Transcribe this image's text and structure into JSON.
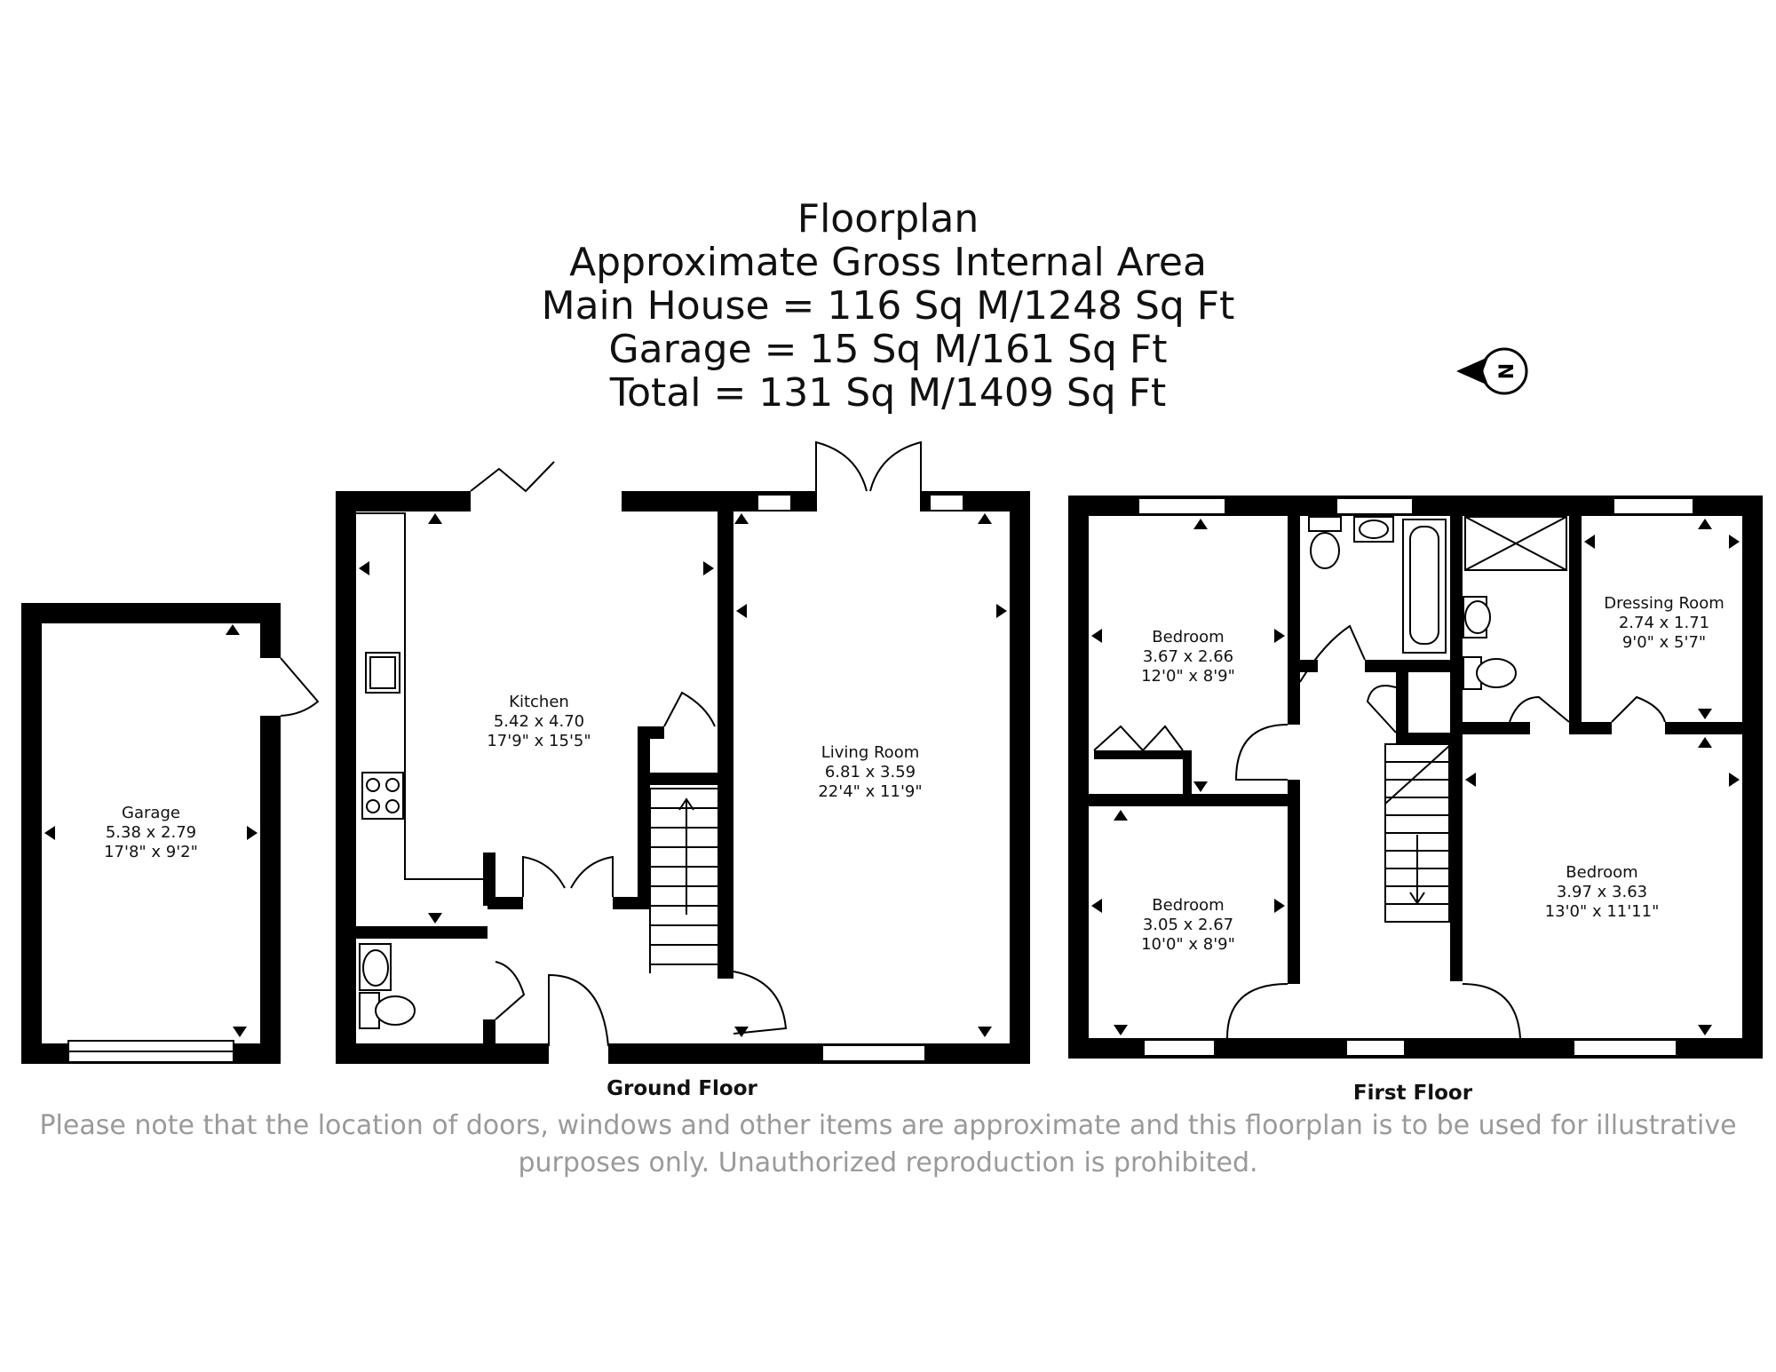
{
  "header": {
    "title": "Floorplan",
    "subtitle": "Approximate Gross Internal Area",
    "main_house": "Main House = 116 Sq M/1248 Sq Ft",
    "garage": "Garage = 15 Sq M/161 Sq Ft",
    "total": "Total = 131 Sq M/1409 Sq Ft"
  },
  "compass": {
    "label": "N"
  },
  "ground_floor": {
    "label": "Ground Floor",
    "rooms": [
      {
        "name": "Garage",
        "metric": "5.38 x 2.79",
        "imperial": "17'8\" x 9'2\""
      },
      {
        "name": "Kitchen",
        "metric": "5.42 x 4.70",
        "imperial": "17'9\" x 15'5\""
      },
      {
        "name": "Living Room",
        "metric": "6.81 x 3.59",
        "imperial": "22'4\" x 11'9\""
      }
    ]
  },
  "first_floor": {
    "label": "First Floor",
    "rooms": [
      {
        "name": "Bedroom",
        "metric": "3.67 x 2.66",
        "imperial": "12'0\" x 8'9\""
      },
      {
        "name": "Bedroom",
        "metric": "3.05 x 2.67",
        "imperial": "10'0\" x 8'9\""
      },
      {
        "name": "Dressing Room",
        "metric": "2.74 x 1.71",
        "imperial": "9'0\" x 5'7\""
      },
      {
        "name": "Bedroom",
        "metric": "3.97 x 3.63",
        "imperial": "13'0\" x 11'11\""
      }
    ]
  },
  "footer": {
    "line1": "Please note that the location of doors, windows and other items are approximate and this floorplan is to be used for illustrative",
    "line2": "purposes only. Unauthorized reproduction is prohibited."
  }
}
